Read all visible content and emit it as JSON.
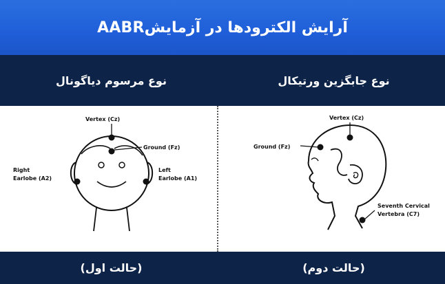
{
  "title": "AABRآرایش الکترودها در آزمایش",
  "columns": {
    "left_heading": "نوع مرسوم دیاگونال",
    "right_heading": "نوع جابگزین ورتیکال"
  },
  "left_diagram": {
    "vertex_label": "Vertex (Cz)",
    "ground_label": "Ground (Fz)",
    "right_earlobe_line1": "Right",
    "right_earlobe_line2": "Earlobe (A2)",
    "left_earlobe_line1": "Left",
    "left_earlobe_line2": "Earlobe (A1)"
  },
  "right_diagram": {
    "vertex_label": "Vertex (Cz)",
    "ground_label": "Ground (Fz)",
    "c7_line1": "Seventh Cervical",
    "c7_line2": "Vertebra (C7)"
  },
  "footer": {
    "left_caption": "(حالت اول)",
    "right_caption": "(حالت دوم)"
  }
}
